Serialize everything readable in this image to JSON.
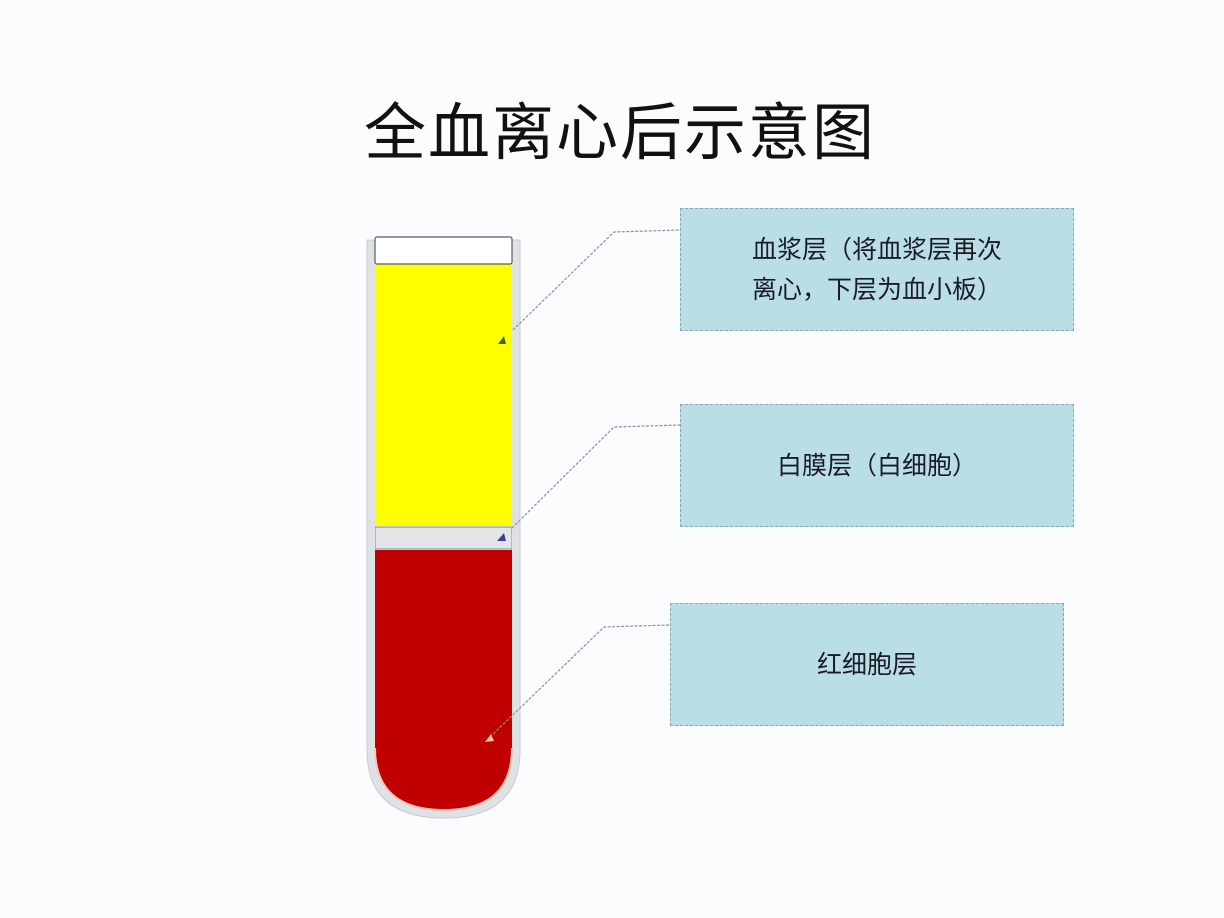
{
  "title": "全血离心后示意图",
  "colors": {
    "background": "#fbfcfe",
    "tube_wall": "#dfe2e4",
    "plasma": "#ffff00",
    "buffy_coat": "#e3e5e8",
    "red_cells": "#c00000",
    "label_box": "#b9dee6",
    "connector": "#8c9296"
  },
  "tube": {
    "layers": [
      {
        "name": "plasma",
        "color": "#ffff00"
      },
      {
        "name": "buffy-coat",
        "color": "#e3e5e8"
      },
      {
        "name": "red-blood-cells",
        "color": "#c00000"
      }
    ]
  },
  "labels": {
    "plasma": {
      "line1": "血浆层（将血浆层再次",
      "line2": "离心，下层为血小板）"
    },
    "buffy_coat": {
      "text": "白膜层（白细胞）"
    },
    "red_cells": {
      "text": "红细胞层"
    }
  }
}
